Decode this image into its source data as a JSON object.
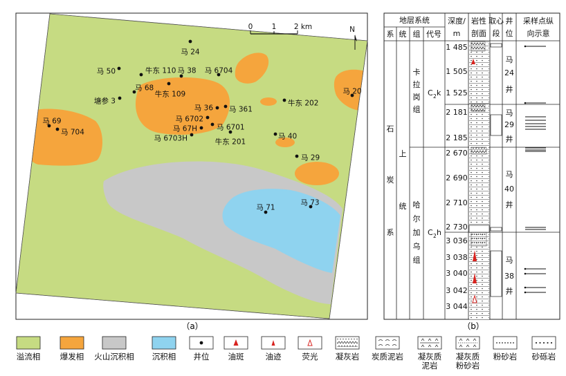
{
  "panels": {
    "a": {
      "label": "（a）"
    },
    "b": {
      "label": "（b）"
    }
  },
  "map": {
    "scale": {
      "ticks": [
        "0",
        "1",
        "2 km"
      ]
    },
    "north": "N",
    "wells": [
      {
        "name": "马 24"
      },
      {
        "name": "马 50"
      },
      {
        "name": "牛东 110"
      },
      {
        "name": "马 38"
      },
      {
        "name": "马 6704"
      },
      {
        "name": "马 68"
      },
      {
        "name": "塘参 3"
      },
      {
        "name": "牛东 109"
      },
      {
        "name": "马 20"
      },
      {
        "name": "马 36"
      },
      {
        "name": "马 361"
      },
      {
        "name": "牛东 202"
      },
      {
        "name": "马 6702"
      },
      {
        "name": "马 69"
      },
      {
        "name": "马 67H"
      },
      {
        "name": "马 6701"
      },
      {
        "name": "马 704"
      },
      {
        "name": "马 6703H"
      },
      {
        "name": "马 40"
      },
      {
        "name": "牛东 201"
      },
      {
        "name": "马 29"
      },
      {
        "name": "马 73"
      },
      {
        "name": "马 71"
      }
    ]
  },
  "column": {
    "header": {
      "group_title": "地层系统",
      "xi": "系",
      "tong": "统",
      "zu": "组",
      "daihao": "代号",
      "depth_line1": "深度/",
      "depth_line2": "m",
      "lith_line1": "岩性",
      "lith_line2": "剖面",
      "core_line1": "取心",
      "core_line2": "段",
      "well_line1": "井",
      "well_line2": "位",
      "sample_line1": "采样点纵",
      "sample_line2": "向示意"
    },
    "system": [
      "石",
      "炭",
      "系"
    ],
    "series": [
      "上",
      "统"
    ],
    "formations": [
      {
        "chars": [
          "卡",
          "拉",
          "岗",
          "组"
        ],
        "code_main": "C",
        "code_sub": "2",
        "code_tail": "k"
      },
      {
        "chars": [
          "哈",
          "尔",
          "加",
          "乌",
          "组"
        ],
        "code_main": "C",
        "code_sub": "2",
        "code_tail": "h"
      }
    ],
    "well_groups": [
      {
        "chars": [
          "马",
          "24",
          "井"
        ],
        "depths": [
          "1 485",
          "1 505",
          "1 525"
        ]
      },
      {
        "chars": [
          "马",
          "29",
          "井"
        ],
        "depths": [
          "2 181",
          "2 185"
        ]
      },
      {
        "chars": [
          "马",
          "40",
          "井"
        ],
        "depths": [
          "2 670",
          "2 690",
          "2 710",
          "2 730"
        ]
      },
      {
        "chars": [
          "马",
          "38",
          "井"
        ],
        "depths": [
          "3 036",
          "3 038",
          "3 040",
          "3 042",
          "3 044"
        ]
      }
    ]
  },
  "legend": [
    {
      "label": "溢流相",
      "kind": "swatch",
      "color": "#c6db82"
    },
    {
      "label": "爆发相",
      "kind": "swatch",
      "color": "#f5a53d"
    },
    {
      "label": "火山沉积相",
      "kind": "swatch",
      "color": "#c8c8c8"
    },
    {
      "label": "沉积相",
      "kind": "swatch",
      "color": "#8fd3ef"
    },
    {
      "label": "井位",
      "kind": "dot"
    },
    {
      "label": "油斑",
      "kind": "red-tri"
    },
    {
      "label": "油迹",
      "kind": "red-tri-small"
    },
    {
      "label": "荧光",
      "kind": "red-tri-hollow"
    },
    {
      "label": "凝灰岩",
      "kind": "tuff"
    },
    {
      "label": "炭质泥岩",
      "kind": "carb"
    },
    {
      "label": "凝灰质|泥岩",
      "kind": "tuff-mud"
    },
    {
      "label": "凝灰质|粉砂岩",
      "kind": "tuff-silt"
    },
    {
      "label": "粉砂岩",
      "kind": "silt"
    },
    {
      "label": "砂砾岩",
      "kind": "gravel"
    }
  ]
}
